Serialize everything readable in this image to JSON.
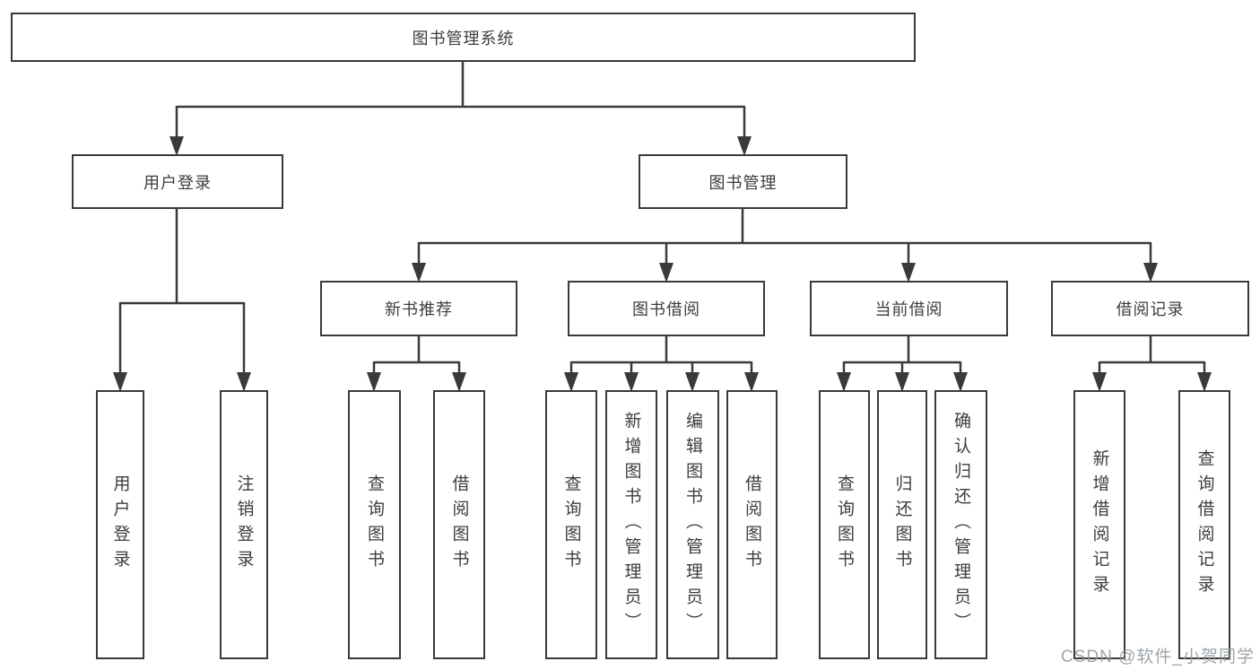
{
  "diagram": {
    "type": "tree-structure-chart",
    "colors": {
      "background": "#ffffff",
      "line": "#3a3a3a",
      "box_border": "#3a3a3a",
      "box_fill": "#ffffff",
      "text": "#3d3d3d",
      "watermark": "#949ba1"
    },
    "watermark": "CSDN @软件_小贺同学",
    "nodes": {
      "root": {
        "label": "图书管理系统",
        "level": 1
      },
      "user_login": {
        "label": "用户登录",
        "level": 2,
        "parent": "root"
      },
      "book_mgmt": {
        "label": "图书管理",
        "level": 2,
        "parent": "root"
      },
      "new_book_rec": {
        "label": "新书推荐",
        "level": 3,
        "parent": "book_mgmt"
      },
      "book_borrow": {
        "label": "图书借阅",
        "level": 3,
        "parent": "book_mgmt"
      },
      "current_borrow": {
        "label": "当前借阅",
        "level": 3,
        "parent": "book_mgmt"
      },
      "borrow_record": {
        "label": "借阅记录",
        "level": 3,
        "parent": "book_mgmt"
      },
      "leaf_user_login": {
        "label": "用户登录",
        "level": 4,
        "parent": "user_login"
      },
      "leaf_logout": {
        "label": "注销登录",
        "level": 4,
        "parent": "user_login"
      },
      "leaf_nbr_query": {
        "label": "查询图书",
        "level": 4,
        "parent": "new_book_rec"
      },
      "leaf_nbr_borrow": {
        "label": "借阅图书",
        "level": 4,
        "parent": "new_book_rec"
      },
      "leaf_bb_query": {
        "label": "查询图书",
        "level": 4,
        "parent": "book_borrow"
      },
      "leaf_bb_add": {
        "label": "新增图书（管理员）",
        "level": 4,
        "parent": "book_borrow"
      },
      "leaf_bb_edit": {
        "label": "编辑图书（管理员）",
        "level": 4,
        "parent": "book_borrow"
      },
      "leaf_bb_borrow": {
        "label": "借阅图书",
        "level": 4,
        "parent": "book_borrow"
      },
      "leaf_cb_query": {
        "label": "查询图书",
        "level": 4,
        "parent": "current_borrow"
      },
      "leaf_cb_return": {
        "label": "归还图书",
        "level": 4,
        "parent": "current_borrow"
      },
      "leaf_cb_confirm": {
        "label": "确认归还（管理员）",
        "level": 4,
        "parent": "current_borrow"
      },
      "leaf_br_add": {
        "label": "新增借阅记录",
        "level": 4,
        "parent": "borrow_record"
      },
      "leaf_br_query": {
        "label": "查询借阅记录",
        "level": 4,
        "parent": "borrow_record"
      }
    }
  }
}
